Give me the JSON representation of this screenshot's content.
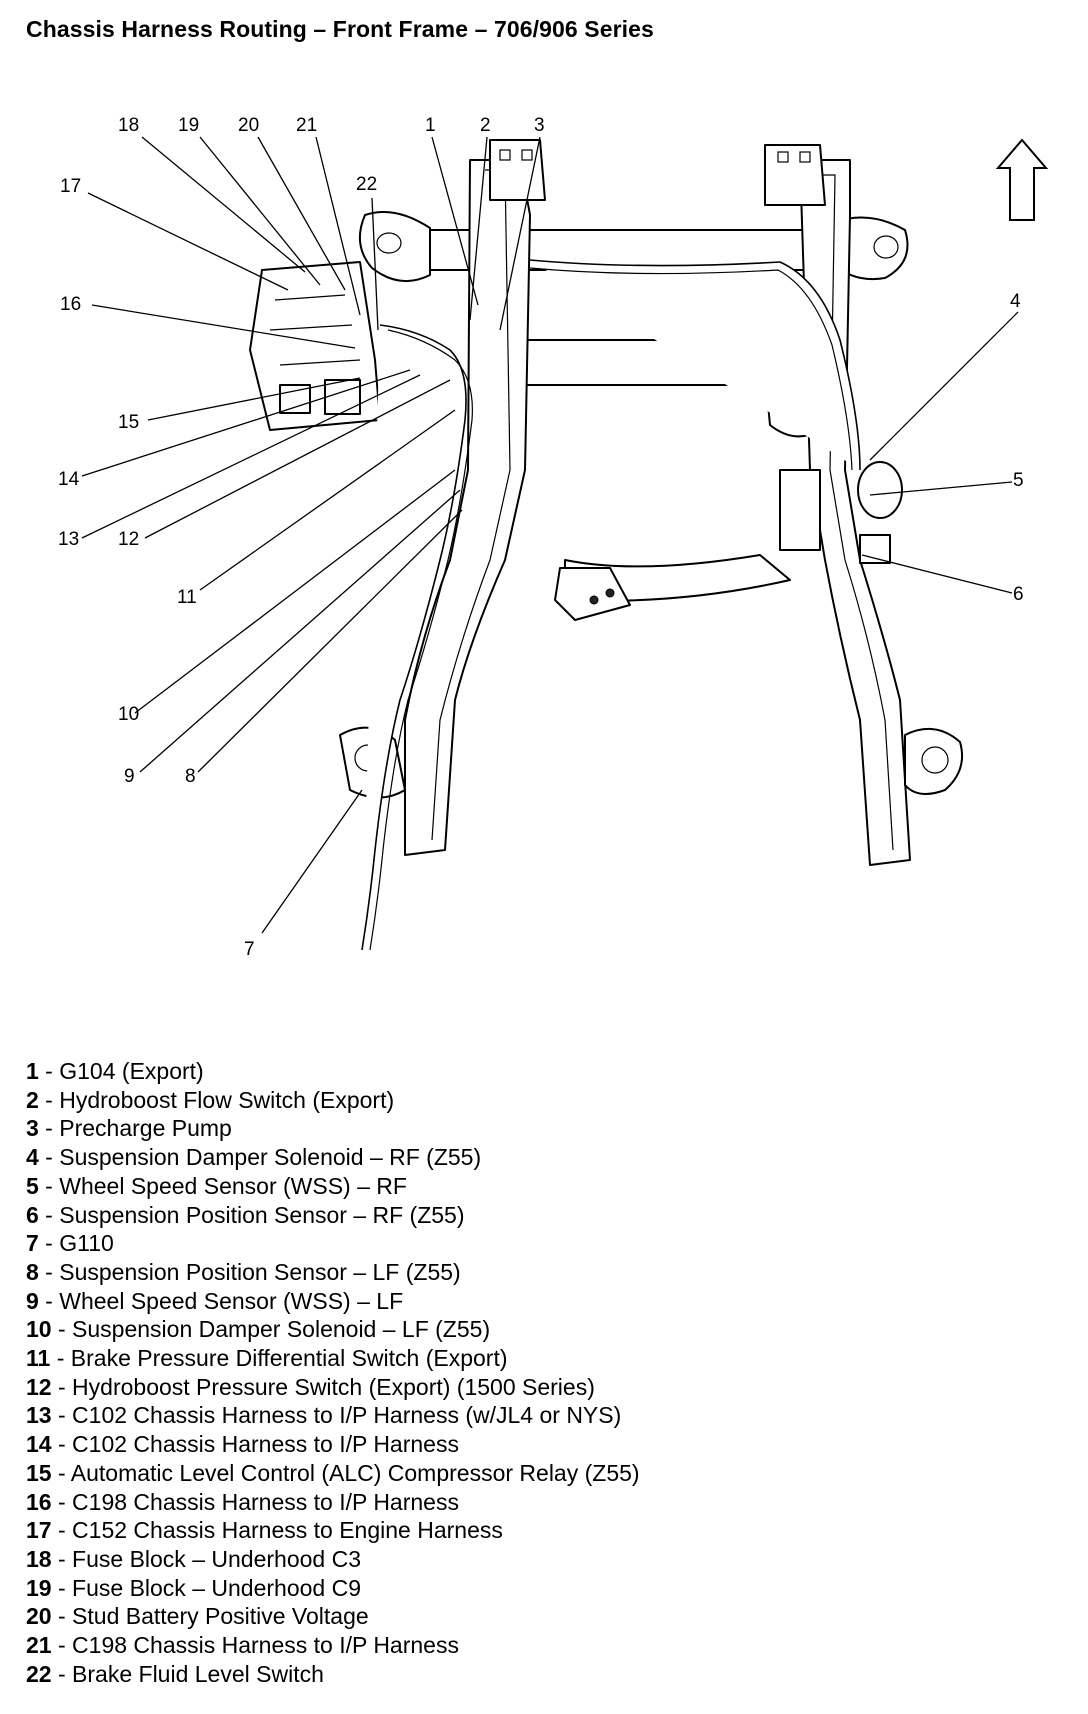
{
  "title": "Chassis Harness Routing – Front Frame – 706/906 Series",
  "diagram": {
    "north_arrow_icon": "up-arrow-icon",
    "callouts": [
      {
        "num": "1",
        "label": "1"
      },
      {
        "num": "2",
        "label": "2"
      },
      {
        "num": "3",
        "label": "3"
      },
      {
        "num": "4",
        "label": "4"
      },
      {
        "num": "5",
        "label": "5"
      },
      {
        "num": "6",
        "label": "6"
      },
      {
        "num": "7",
        "label": "7"
      },
      {
        "num": "8",
        "label": "8"
      },
      {
        "num": "9",
        "label": "9"
      },
      {
        "num": "10",
        "label": "10"
      },
      {
        "num": "11",
        "label": "11"
      },
      {
        "num": "12",
        "label": "12"
      },
      {
        "num": "13",
        "label": "13"
      },
      {
        "num": "14",
        "label": "14"
      },
      {
        "num": "15",
        "label": "15"
      },
      {
        "num": "16",
        "label": "16"
      },
      {
        "num": "17",
        "label": "17"
      },
      {
        "num": "18",
        "label": "18"
      },
      {
        "num": "19",
        "label": "19"
      },
      {
        "num": "20",
        "label": "20"
      },
      {
        "num": "21",
        "label": "21"
      },
      {
        "num": "22",
        "label": "22"
      }
    ]
  },
  "legend": [
    {
      "num": "1",
      "sep": " - ",
      "text": "G104 (Export)"
    },
    {
      "num": "2",
      "sep": " - ",
      "text": "Hydroboost Flow Switch (Export)"
    },
    {
      "num": "3",
      "sep": " - ",
      "text": "Precharge Pump"
    },
    {
      "num": "4",
      "sep": " - ",
      "text": "Suspension Damper Solenoid – RF (Z55)"
    },
    {
      "num": "5",
      "sep": " - ",
      "text": "Wheel Speed Sensor (WSS) – RF"
    },
    {
      "num": "6",
      "sep": " - ",
      "text": "Suspension Position Sensor – RF (Z55)"
    },
    {
      "num": "7",
      "sep": " - ",
      "text": "G110"
    },
    {
      "num": "8",
      "sep": " - ",
      "text": "Suspension Position Sensor – LF (Z55)"
    },
    {
      "num": "9",
      "sep": " - ",
      "text": "Wheel Speed Sensor (WSS) – LF"
    },
    {
      "num": "10",
      "sep": " - ",
      "text": "Suspension Damper Solenoid – LF (Z55)"
    },
    {
      "num": "11",
      "sep": " - ",
      "text": "Brake Pressure Differential Switch (Export)"
    },
    {
      "num": "12",
      "sep": " - ",
      "text": "Hydroboost Pressure Switch (Export) (1500 Series)"
    },
    {
      "num": "13",
      "sep": " - ",
      "text": "C102 Chassis Harness to I/P Harness (w/JL4 or NYS)"
    },
    {
      "num": "14",
      "sep": " - ",
      "text": "C102 Chassis Harness to I/P Harness"
    },
    {
      "num": "15",
      "sep": " - ",
      "text": "Automatic Level Control (ALC) Compressor Relay (Z55)"
    },
    {
      "num": "16",
      "sep": " - ",
      "text": "C198 Chassis Harness to I/P Harness"
    },
    {
      "num": "17",
      "sep": " - ",
      "text": "C152 Chassis Harness to Engine Harness"
    },
    {
      "num": "18",
      "sep": " - ",
      "text": "Fuse Block – Underhood C3"
    },
    {
      "num": "19",
      "sep": " - ",
      "text": "Fuse Block – Underhood C9"
    },
    {
      "num": "20",
      "sep": " - ",
      "text": "Stud Battery Positive Voltage"
    },
    {
      "num": "21",
      "sep": " - ",
      "text": "C198 Chassis Harness to I/P Harness"
    },
    {
      "num": "22",
      "sep": " - ",
      "text": "Brake Fluid Level Switch"
    }
  ]
}
